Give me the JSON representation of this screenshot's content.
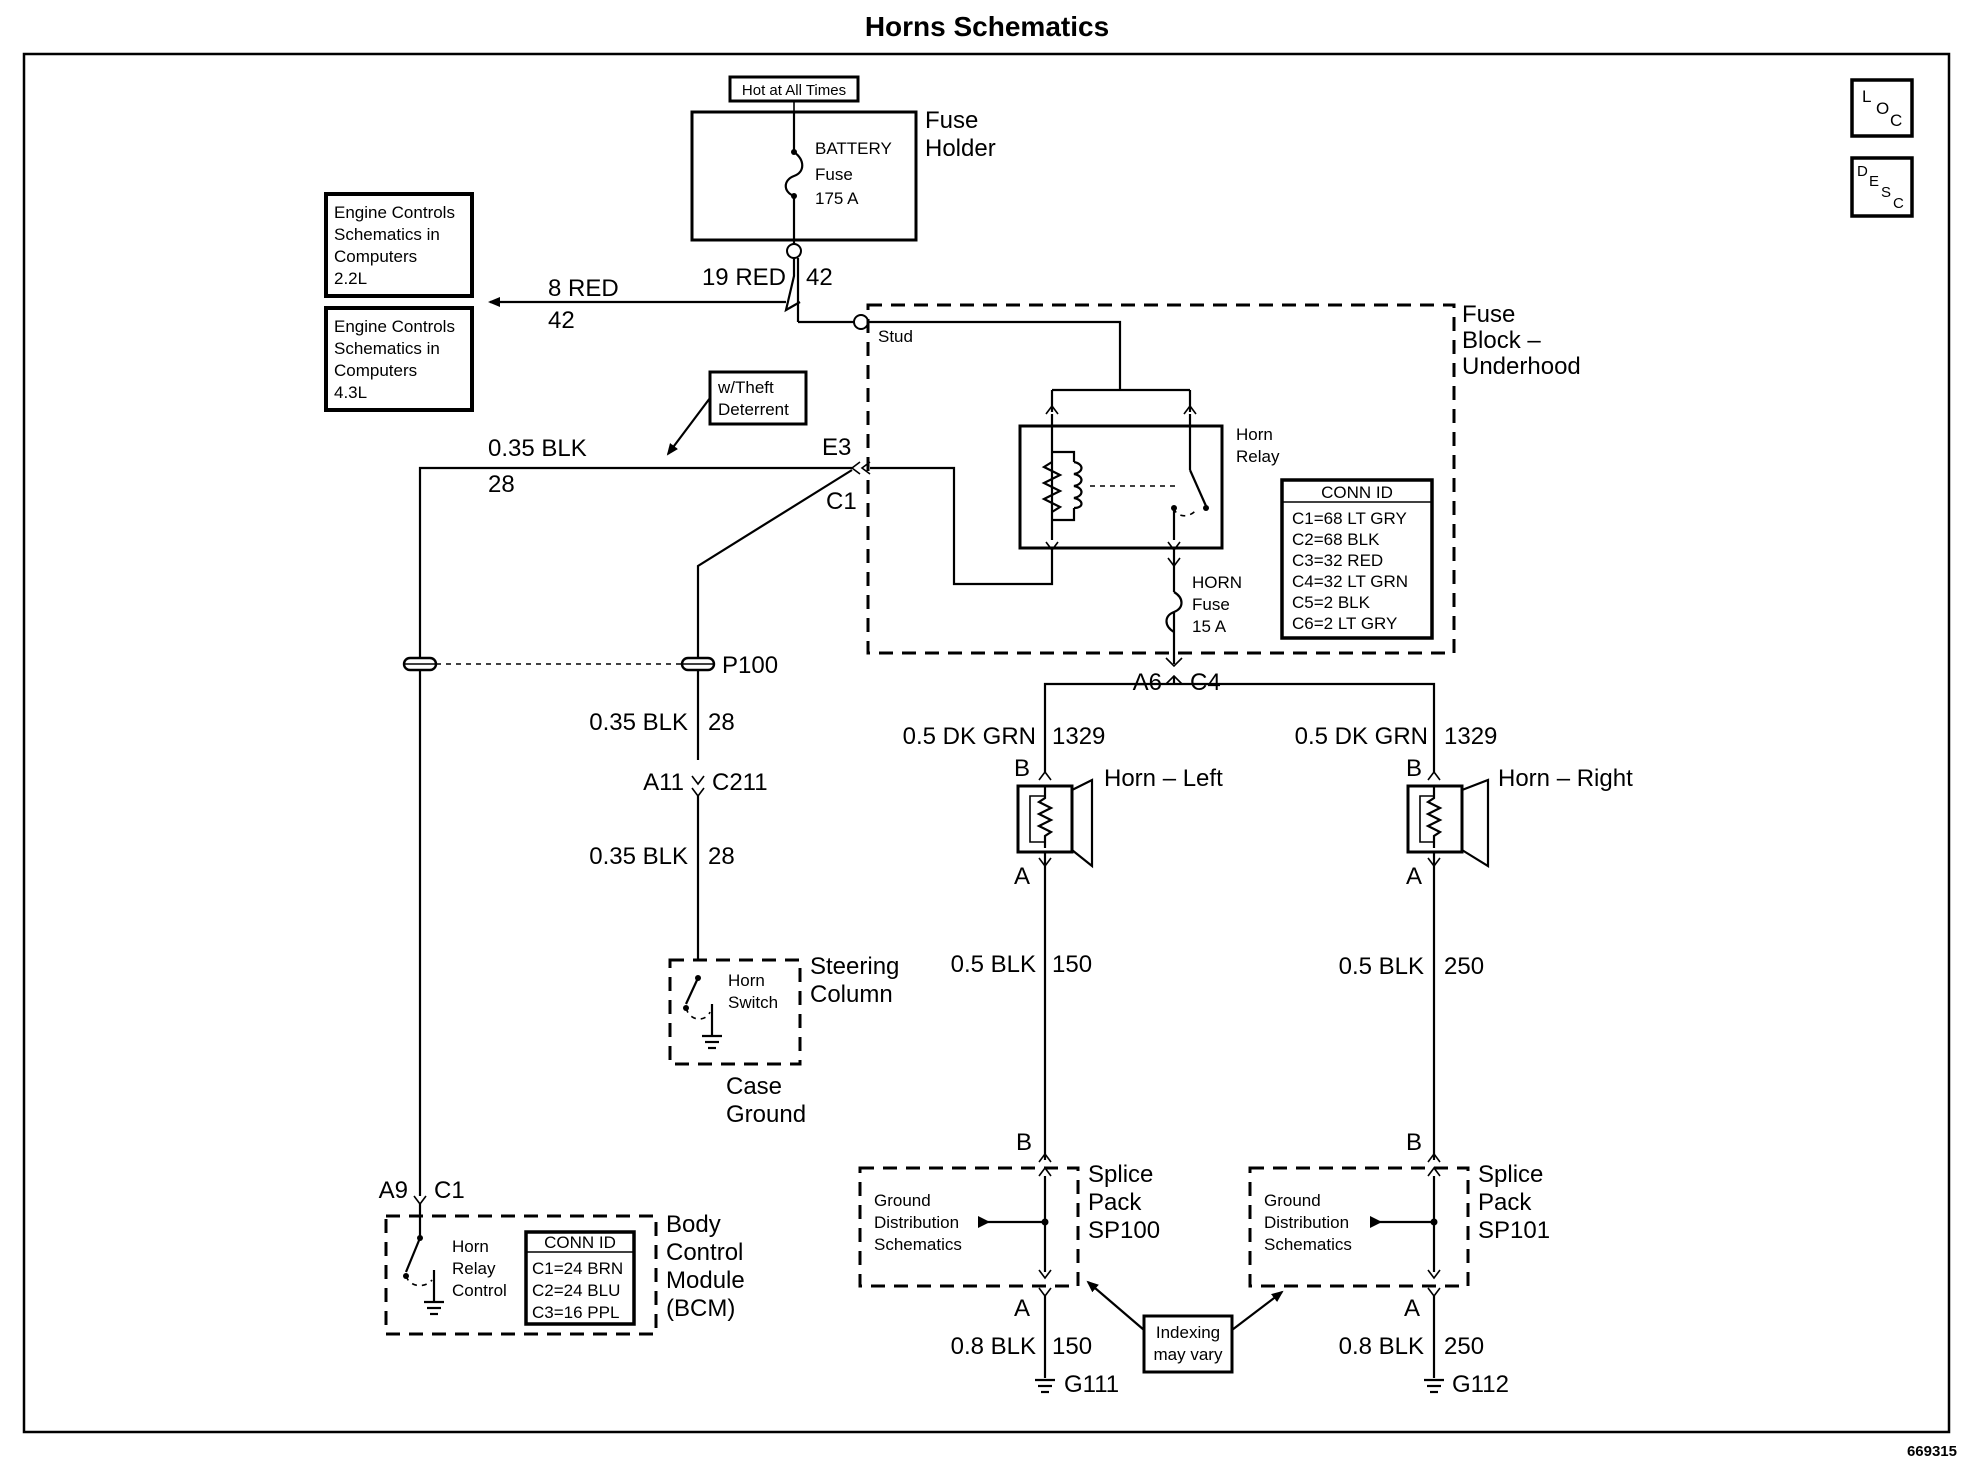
{
  "title": "Horns Schematics",
  "doc_number": "669315",
  "icons": {
    "loc": "loc-icon",
    "desc": "desc-icon"
  },
  "loc_letters": [
    "L",
    "O",
    "C"
  ],
  "desc_letters": [
    "D",
    "E",
    "S",
    "C"
  ],
  "fuse_holder": {
    "hot_label": "Hot at All Times",
    "name_line1": "Fuse",
    "name_line2": "Holder",
    "fuse_name": "BATTERY",
    "fuse_word": "Fuse",
    "fuse_rating": "175 A"
  },
  "wires": {
    "red19": "19 RED",
    "red19_circuit": "42",
    "red8": "8 RED",
    "red8_circuit": "42",
    "blk_top": "0.35 BLK",
    "blk_top_circuit": "28",
    "blk_mid": "0.35 BLK",
    "blk_mid_circuit": "28",
    "blk_low": "0.35 BLK",
    "blk_low_circuit": "28",
    "grn_left": "0.5 DK GRN",
    "grn_left_circuit": "1329",
    "grn_right": "0.5 DK GRN",
    "grn_right_circuit": "1329",
    "blk_horn_left": "0.5 BLK",
    "blk_horn_left_circuit": "150",
    "blk_horn_right": "0.5 BLK",
    "blk_horn_right_circuit": "250",
    "gnd_left": "0.8 BLK",
    "gnd_left_circuit": "150",
    "gnd_right": "0.8 BLK",
    "gnd_right_circuit": "250"
  },
  "engine_refs": [
    {
      "lines": [
        "Engine Controls",
        "Schematics in",
        "Computers",
        "2.2L"
      ]
    },
    {
      "lines": [
        "Engine Controls",
        "Schematics in",
        "Computers",
        "4.3L"
      ]
    }
  ],
  "theft_note": [
    "w/Theft",
    "Deterrent"
  ],
  "fuse_block": {
    "name": [
      "Fuse",
      "Block –",
      "Underhood"
    ],
    "stud": "Stud",
    "relay_label": [
      "Horn",
      "Relay"
    ],
    "horn_fuse": [
      "HORN",
      "Fuse",
      "15 A"
    ],
    "conn_title": "CONN ID",
    "conn_ids": [
      "C1=68 LT GRY",
      "C2=68 BLK",
      "C3=32 RED",
      "C4=32 LT GRN",
      "C5=2 BLK",
      "C6=2 LT GRY"
    ]
  },
  "connectors": {
    "e3": "E3",
    "c1": "C1",
    "a6": "A6",
    "c4": "C4",
    "p100": "P100",
    "a11": "A11",
    "c211": "C211",
    "a9": "A9",
    "bcm_c1": "C1",
    "hl_b": "B",
    "hl_a": "A",
    "hr_b": "B",
    "hr_a": "A",
    "sp100_b": "B",
    "sp100_a": "A",
    "sp101_b": "B",
    "sp101_a": "A"
  },
  "horns": {
    "left": "Horn – Left",
    "right": "Horn – Right"
  },
  "steering": {
    "switch": [
      "Horn",
      "Switch"
    ],
    "name": [
      "Steering",
      "Column"
    ],
    "ground": [
      "Case",
      "Ground"
    ]
  },
  "bcm": {
    "control": [
      "Horn",
      "Relay",
      "Control"
    ],
    "name": [
      "Body",
      "Control",
      "Module",
      "(BCM)"
    ],
    "conn_title": "CONN ID",
    "conn_ids": [
      "C1=24 BRN",
      "C2=24 BLU",
      "C3=16 PPL"
    ]
  },
  "splice_left": {
    "gd": [
      "Ground",
      "Distribution",
      "Schematics"
    ],
    "name": [
      "Splice",
      "Pack",
      "SP100"
    ]
  },
  "splice_right": {
    "gd": [
      "Ground",
      "Distribution",
      "Schematics"
    ],
    "name": [
      "Splice",
      "Pack",
      "SP101"
    ]
  },
  "indexing_note": [
    "Indexing",
    "may vary"
  ],
  "grounds": {
    "left": "G111",
    "right": "G112"
  }
}
